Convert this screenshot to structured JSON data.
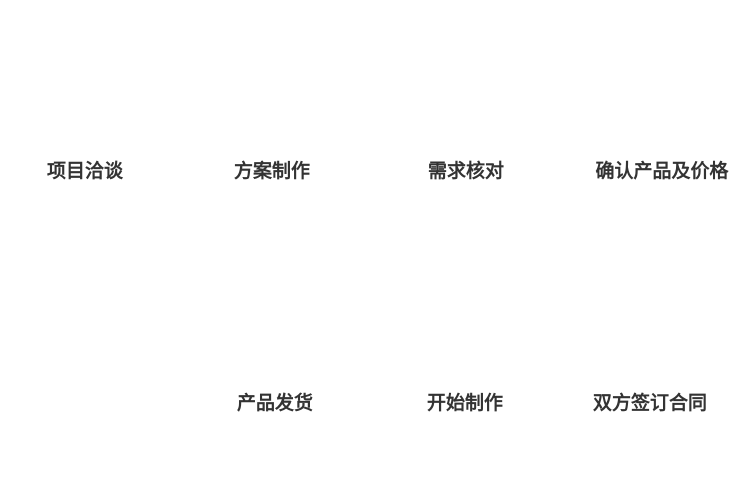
{
  "process_flow": {
    "background_color": "#ffffff",
    "text_color": "#333333",
    "top_row_steps": [
      {
        "label": "项目洽谈"
      },
      {
        "label": "方案制作"
      },
      {
        "label": "需求核对"
      },
      {
        "label": "确认产品及价格"
      }
    ],
    "bottom_row_steps": [
      {
        "label": "双方签订合同"
      },
      {
        "label": "开始制作"
      },
      {
        "label": "产品发货"
      }
    ],
    "flow_order": [
      "项目洽谈",
      "方案制作",
      "需求核对",
      "确认产品及价格",
      "双方签订合同",
      "开始制作",
      "产品发货"
    ]
  }
}
